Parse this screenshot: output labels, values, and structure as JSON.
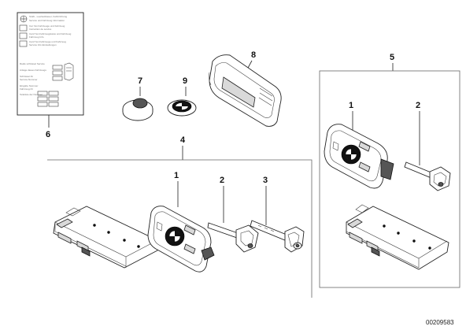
{
  "diagram": {
    "callouts": {
      "card": "6",
      "cap": "7",
      "badge": "9",
      "housing": "8",
      "kit4": "4",
      "kit4_key": "1",
      "kit4_blade": "2",
      "kit4_emergency": "3",
      "kit5": "5",
      "kit5_key": "1",
      "kit5_blade": "2"
    },
    "card_lines": [
      "Stoßt , Leerlaufsteuer, Fahrtrichtung",
      "Service und Fahrzeug information",
      "Car Yan Fahrzeuge und Fahrzeug",
      "Instruction de service",
      "Card Yan Fahrzeugstatus und Fahrzeug",
      "Fahrzeug Info",
      "Card Yan Fahrzeuge und Fahrzeug",
      "Service Info Einstellungen",
      "Radio schlüssel Service",
      "Anlage dieses Fahrzeugs",
      "Schlüssel-Nr",
      "Service-Nummer",
      "Eingabe Nummer",
      "Fahrzeug-Nr",
      "Teileliste der Nummer"
    ],
    "document_number": "00209583"
  }
}
